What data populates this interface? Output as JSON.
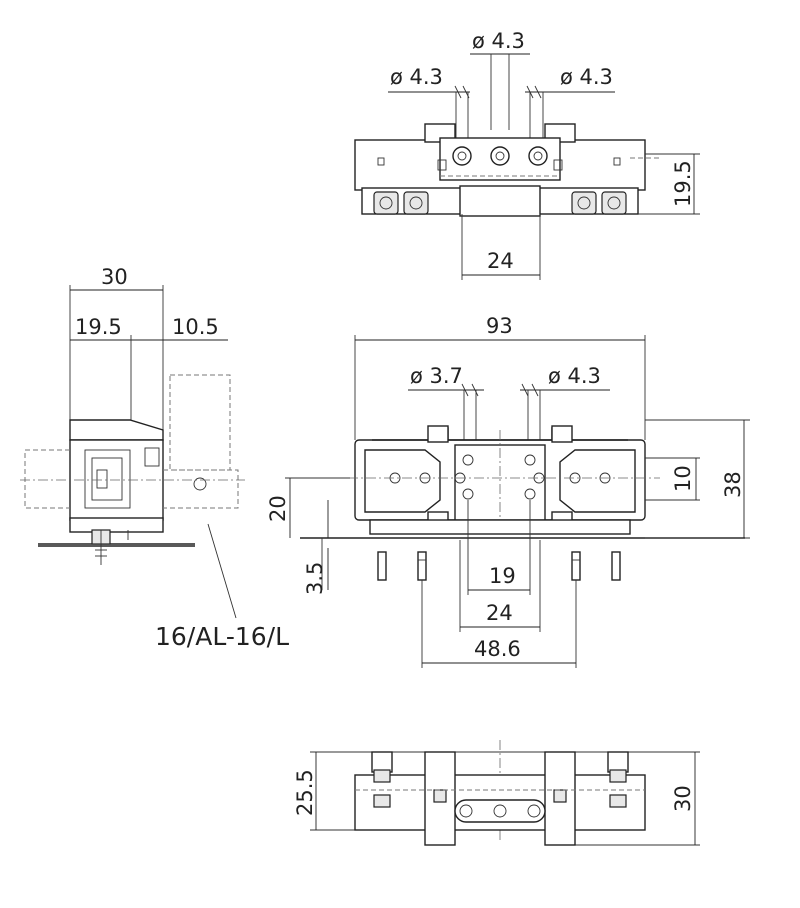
{
  "top_view": {
    "dia_center": "ø 4.3",
    "dia_left": "ø 4.3",
    "dia_right": "ø 4.3",
    "height": "19.5",
    "width": "24"
  },
  "side_view": {
    "width_total": "30",
    "width_a": "19.5",
    "width_b": "10.5",
    "model_label": "16/AL-16/L"
  },
  "front_view": {
    "length": "93",
    "dia_left": "ø 3.7",
    "dia_right": "ø 4.3",
    "height": "38",
    "offset_10": "10",
    "offset_20": "20",
    "offset_3_5": "3.5",
    "span_19": "19",
    "span_24": "24",
    "span_48_6": "48.6"
  },
  "bottom_view": {
    "height_a": "25.5",
    "height_b": "30"
  }
}
